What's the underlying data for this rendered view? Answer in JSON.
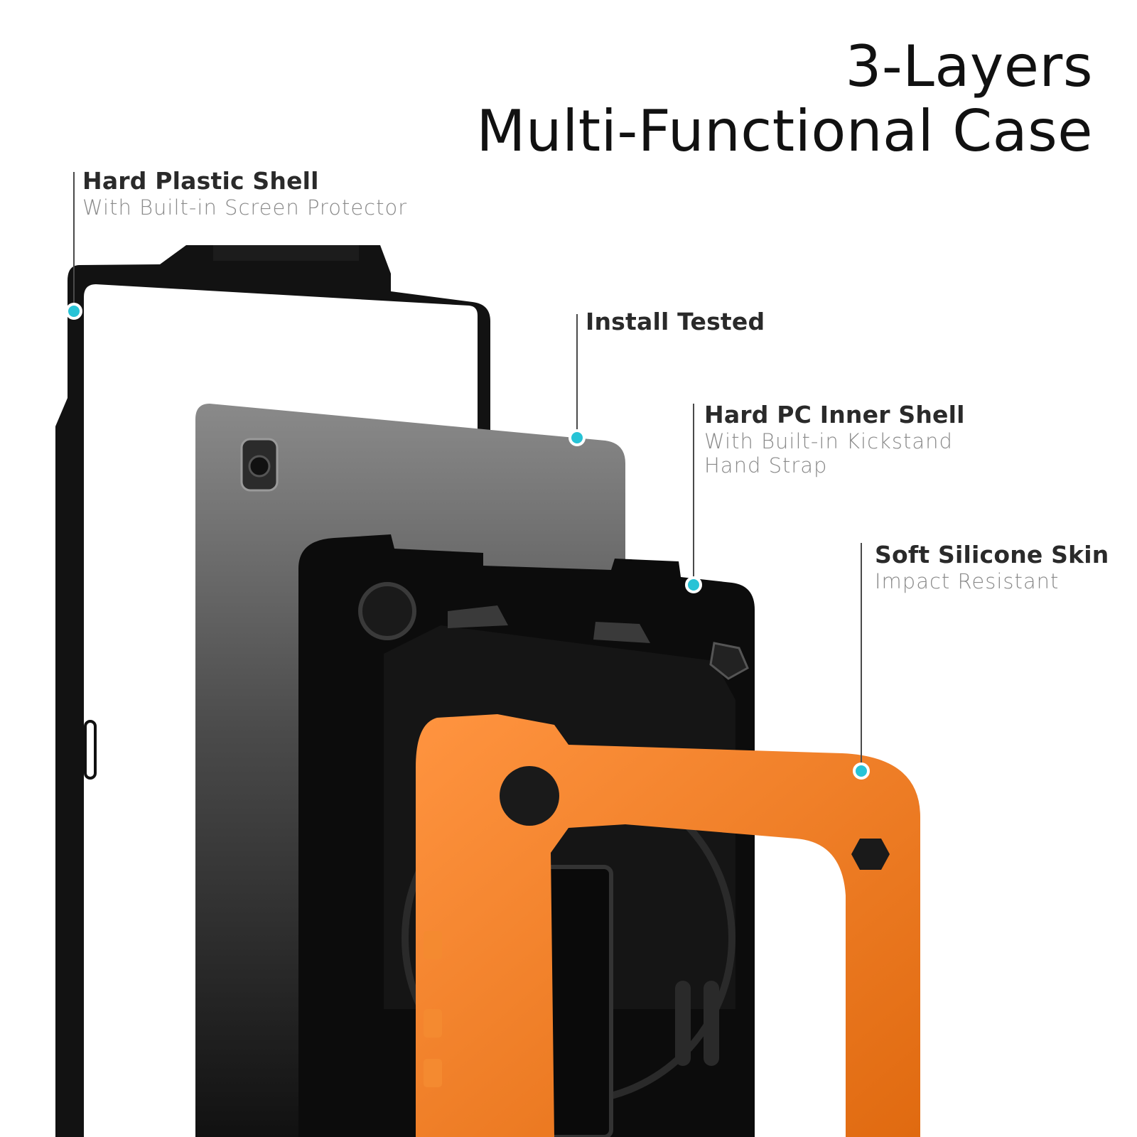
{
  "title": {
    "line1": "3-Layers",
    "line2": "Multi-Functional Case"
  },
  "labels": {
    "plastic_shell": {
      "heading": "Hard Plastic Shell",
      "sub": "With Built-in Screen Protector"
    },
    "install": {
      "heading": "Install Tested"
    },
    "pc_inner_shell": {
      "heading": "Hard PC Inner Shell",
      "sub1": "With Built-in Kickstand",
      "sub2": "Hand Strap"
    },
    "silicone_skin": {
      "heading": "Soft Silicone Skin",
      "sub": "Impact Resistant"
    }
  },
  "colors": {
    "marker": "#27c3d6",
    "case_black": "#111111",
    "tablet_gray": "#7d7d7d",
    "skin_orange": "#f07a1c"
  }
}
